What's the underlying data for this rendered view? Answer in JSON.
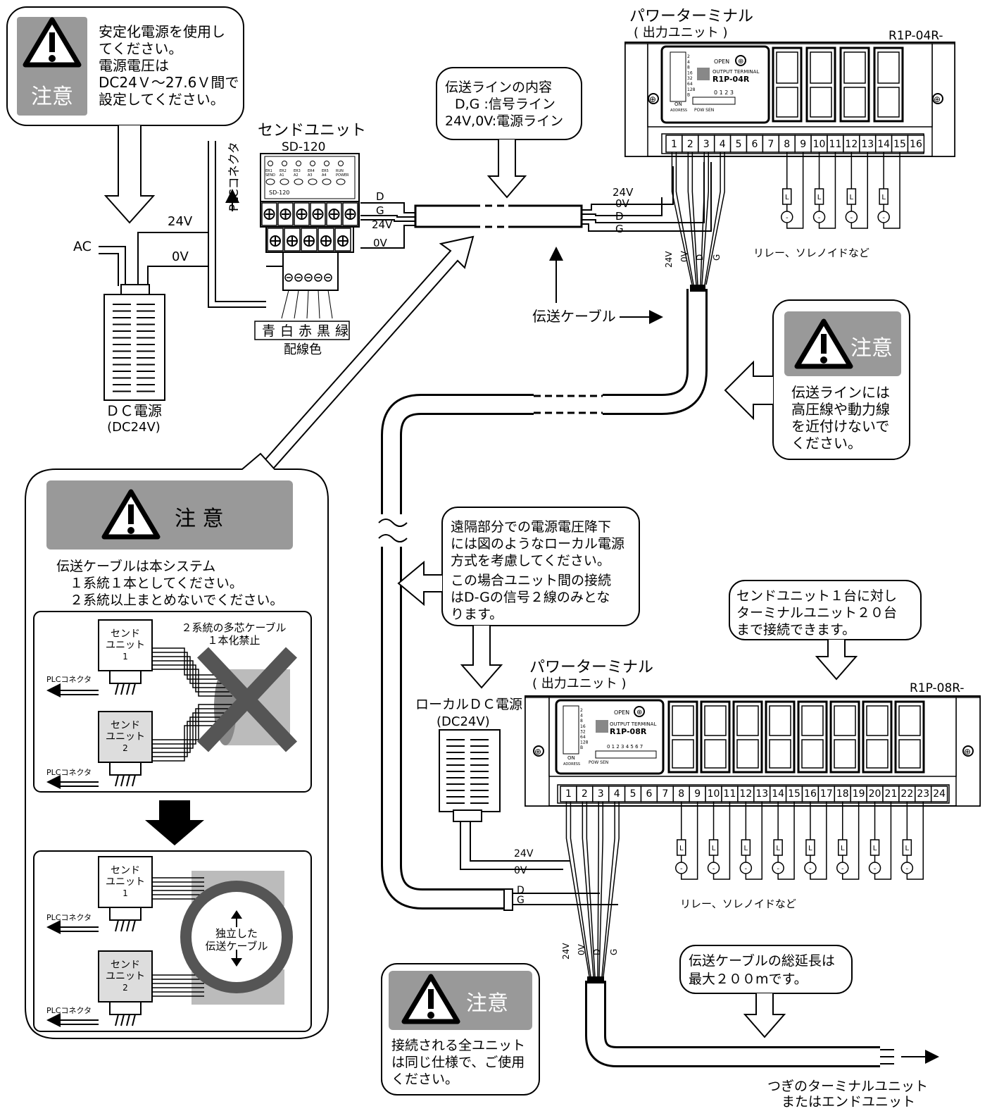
{
  "caution": {
    "label": "注意",
    "label_spaced": "注 意",
    "top_left": [
      "安定化電源を使用し",
      "てください。",
      "電源電圧は",
      "DC24Ｖ～27.6Ｖ間で",
      "設定してください。"
    ],
    "right": [
      "伝送ラインには",
      "高圧線や動力線",
      "を近付けないで",
      "ください。"
    ],
    "bottom": [
      "接続される全ユニット",
      "は同じ仕様で、ご使用",
      "ください。"
    ],
    "left_panel": [
      "伝送ケーブルは本システム",
      "　１系統１本としてください。",
      "　２系統以上まとめないでください。"
    ]
  },
  "callouts": {
    "transmission_line": [
      "伝送ラインの内容",
      "D,G :信号ライン",
      "24V,0V:電源ライン"
    ],
    "local_power": [
      "遠隔部分での電源電圧降下",
      "には図のようなローカル電源",
      "方式を考慮してください。",
      "この場合ユニット間の接続",
      "はD-Gの信号２線のみとな",
      "ります。"
    ],
    "send_capacity": [
      "センドユニット１台に対し",
      "ターミナルユニット２０台",
      "まで接続できます。"
    ],
    "total_length": [
      "伝送ケーブルの総延長は",
      "最大２００mです。"
    ]
  },
  "send_unit": {
    "title": "センドユニット",
    "model": "SD-120",
    "model_small": "SD-120",
    "leds": [
      "ER1",
      "ER2",
      "ER3",
      "ER4",
      "ER5",
      "RUN"
    ],
    "led_sub": [
      "SEND",
      "A1",
      "A2",
      "A3",
      "A4",
      "POWER"
    ],
    "plc_connector": "PLCコネクタ",
    "wire_colors": [
      "青",
      "白",
      "赤",
      "黒",
      "緑"
    ],
    "wire_color_label": "配線色"
  },
  "dc_power": {
    "label": "ＤＣ電源",
    "sub": "(DC24V)",
    "ac": "AC",
    "v24": "24V",
    "v0": "0V"
  },
  "wires": {
    "D": "D",
    "G": "G",
    "v24": "24V",
    "v0": "0V"
  },
  "terminal1": {
    "title": "パワーターミナル",
    "subtitle": "( 出力ユニット )",
    "model_code": "R1P-04R-",
    "label_output": "OUTPUT TERMINAL",
    "label_model": "R1P-04R",
    "open": "OPEN",
    "on": "ON",
    "address": "ADDRESS",
    "pow_sen": "POW SEN",
    "bits": [
      "2",
      "4",
      "8",
      "16",
      "32",
      "64",
      "128",
      "B"
    ],
    "channels": "0 1 2 3",
    "terminals": [
      "1",
      "2",
      "3",
      "4",
      "5",
      "6",
      "7",
      "8",
      "9",
      "10",
      "11",
      "12",
      "13",
      "14",
      "15",
      "16"
    ],
    "load_caption": "リレー、ソレノイドなど",
    "load_L": "L",
    "load_minus": "-"
  },
  "terminal2": {
    "title": "パワーターミナル",
    "subtitle": "( 出力ユニット )",
    "model_code": "R1P-08R-",
    "label_output": "OUTPUT TERMINAL",
    "label_model": "R1P-08R",
    "open": "OPEN",
    "on": "ON",
    "address": "ADDRESS",
    "pow_sen": "POW SEN",
    "bits": [
      "2",
      "4",
      "8",
      "16",
      "32",
      "64",
      "128",
      "B"
    ],
    "channels": "0 1 2 3 4 5 6 7",
    "terminals": [
      "1",
      "2",
      "3",
      "4",
      "5",
      "6",
      "7",
      "8",
      "9",
      "10",
      "11",
      "12",
      "13",
      "14",
      "15",
      "16",
      "17",
      "18",
      "19",
      "20",
      "21",
      "22",
      "23",
      "24"
    ],
    "load_caption": "リレー、ソレノイドなど",
    "load_L": "L",
    "load_minus": "-"
  },
  "local_power": {
    "label": "ローカルＤＣ電源",
    "sub": "(DC24V)"
  },
  "cable": {
    "label": "伝送ケーブル"
  },
  "next_unit": [
    "つぎのターミナルユニット",
    "またはエンドユニット"
  ],
  "panel": {
    "send_unit_1": [
      "センド",
      "ユニット",
      "1"
    ],
    "send_unit_2": [
      "センド",
      "ユニット",
      "2"
    ],
    "plc_connector": "PLCコネクタ",
    "prohibit": [
      "２系統の多芯ケーブル",
      "１本化禁止"
    ],
    "independent": [
      "独立した",
      "伝送ケーブル"
    ]
  }
}
